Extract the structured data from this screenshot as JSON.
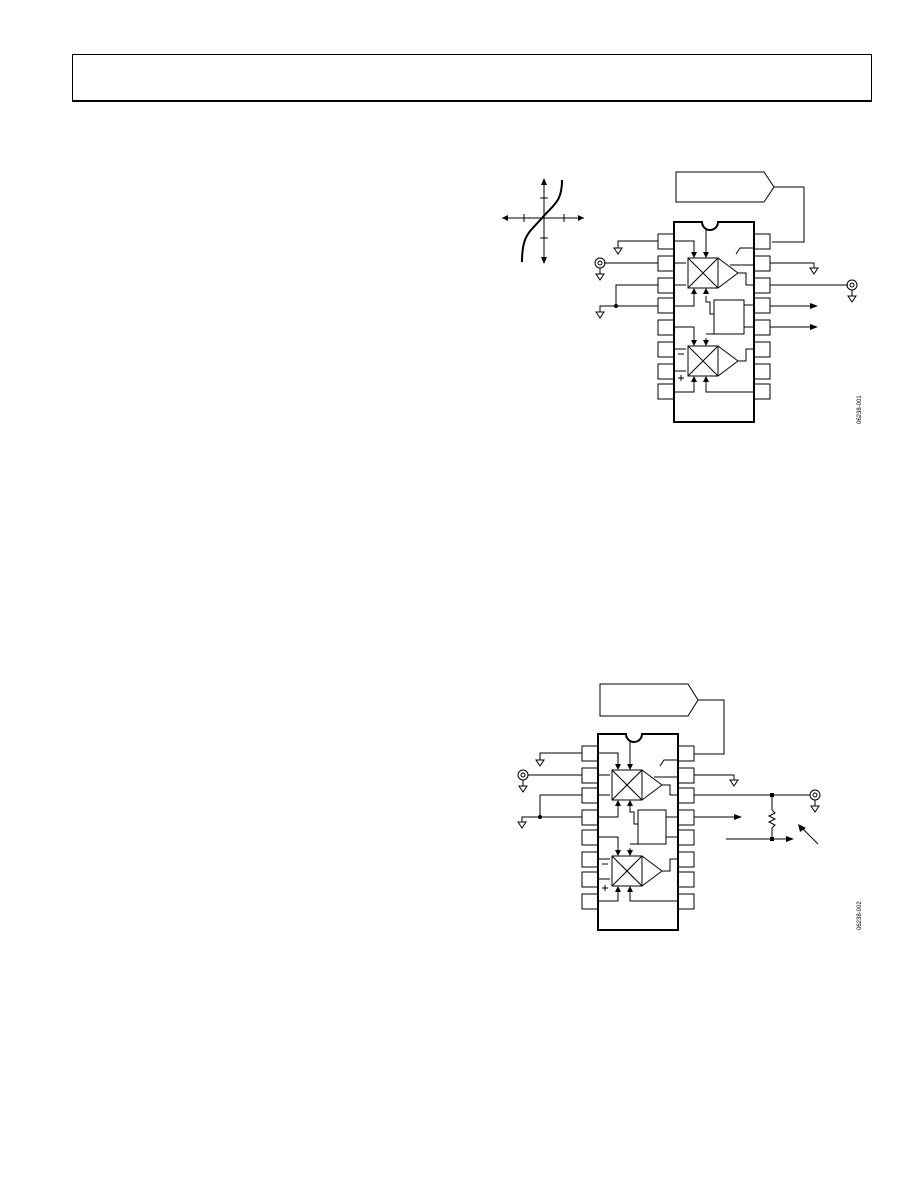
{
  "page": {
    "header_text": ""
  },
  "figures": [
    {
      "id": "figure-1",
      "code": "06238-001"
    },
    {
      "id": "figure-2",
      "code": "06238-002"
    }
  ],
  "colors": {
    "ink": "#000000",
    "background": "#ffffff"
  }
}
